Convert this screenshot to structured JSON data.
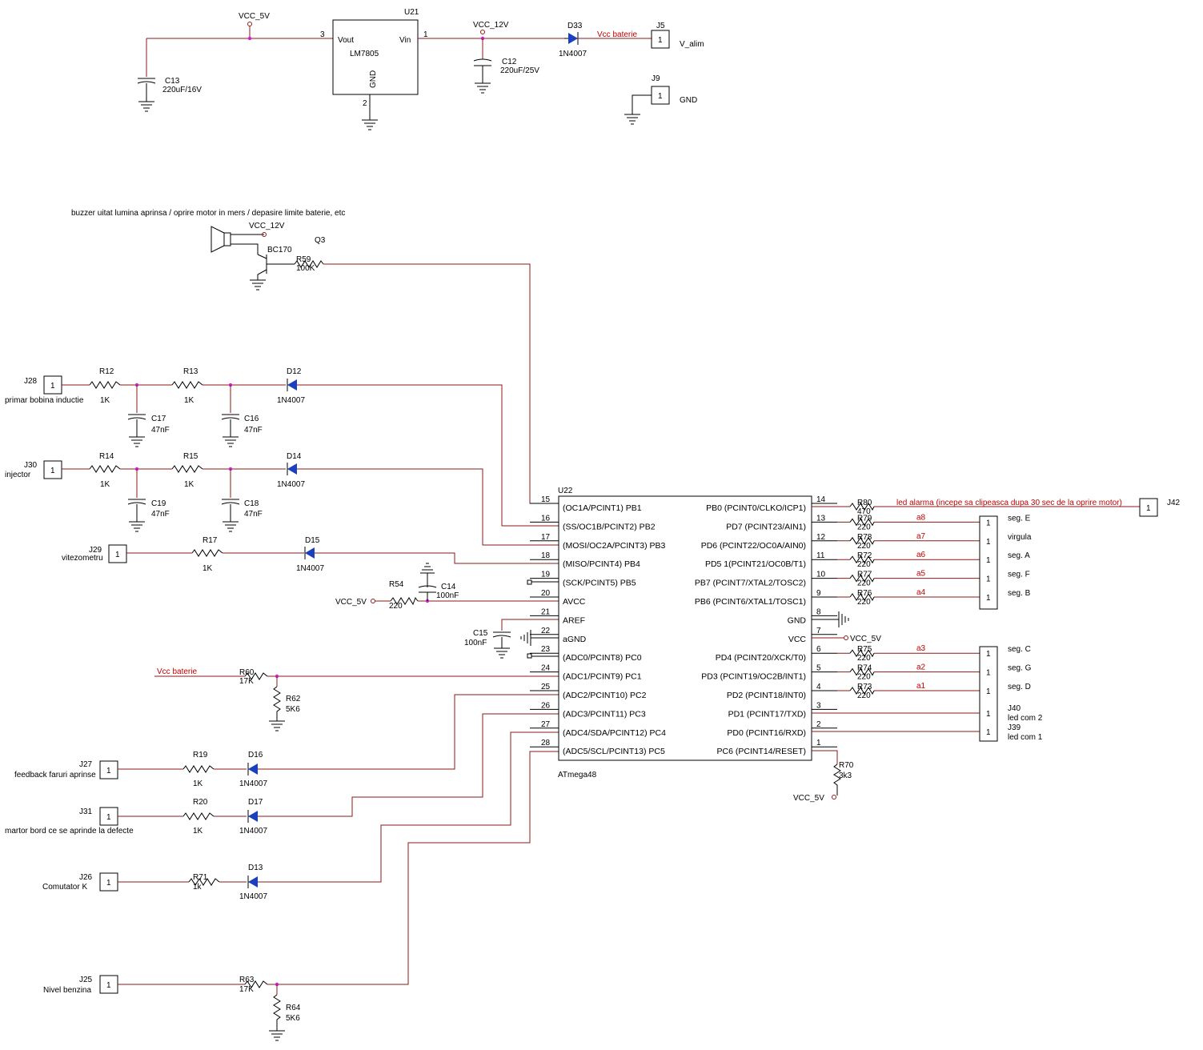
{
  "colors": {
    "background": "#ffffff",
    "wire": "#8b1a1a",
    "part": "#000000",
    "net_label": "#c00000",
    "junction": "#d020d0"
  },
  "power": {
    "u21": {
      "ref": "U21",
      "value": "LM7805",
      "vout": "Vout",
      "vin": "Vin",
      "gnd": "GND",
      "pin_vout": "3",
      "pin_vin": "1",
      "pin_gnd": "2"
    },
    "vcc5": "VCC_5V",
    "vcc12": "VCC_12V",
    "c13": {
      "ref": "C13",
      "value": "220uF/16V"
    },
    "c12": {
      "ref": "C12",
      "value": "220uF/25V"
    },
    "d33": {
      "ref": "D33",
      "value": "1N4007"
    },
    "vcc_baterie": "Vcc baterie",
    "j5": {
      "ref": "J5",
      "pin": "1",
      "label": "V_alim"
    },
    "j9": {
      "ref": "J9",
      "pin": "1",
      "label": "GND"
    }
  },
  "buzzer": {
    "note": "buzzer uitat lumina aprinsa / oprire motor in mers / depasire limite baterie, etc",
    "vcc": "VCC_12V",
    "q3": {
      "ref": "Q3",
      "value": "BC170"
    },
    "r59": {
      "ref": "R59",
      "value": "100K"
    }
  },
  "inputs": {
    "j28": {
      "ref": "J28",
      "pin": "1",
      "label": "primar bobina inductie",
      "r_a": "R12",
      "r_a_val": "1K",
      "r_b": "R13",
      "r_b_val": "1K",
      "c_a": "C17",
      "c_a_val": "47nF",
      "c_b": "C16",
      "c_b_val": "47nF",
      "d": "D12",
      "d_val": "1N4007"
    },
    "j30": {
      "ref": "J30",
      "pin": "1",
      "label": "injector",
      "r_a": "R14",
      "r_a_val": "1K",
      "r_b": "R15",
      "r_b_val": "1K",
      "c_a": "C19",
      "c_a_val": "47nF",
      "c_b": "C18",
      "c_b_val": "47nF",
      "d": "D14",
      "d_val": "1N4007"
    },
    "j29": {
      "ref": "J29",
      "pin": "1",
      "label": "vitezometru",
      "r": "R17",
      "r_val": "1K",
      "d": "D15",
      "d_val": "1N4007"
    },
    "r54": {
      "ref": "R54",
      "value": "220"
    },
    "c14": {
      "ref": "C14",
      "value": "100nF"
    },
    "avcc_src": "VCC_5V",
    "c15": {
      "ref": "C15",
      "value": "100nF"
    },
    "vbat": "Vcc baterie",
    "r60": {
      "ref": "R60",
      "value": "17K"
    },
    "r62": {
      "ref": "R62",
      "value": "5K6"
    },
    "j27": {
      "ref": "J27",
      "pin": "1",
      "label": "feedback faruri aprinse",
      "r": "R19",
      "r_val": "1K",
      "d": "D16",
      "d_val": "1N4007"
    },
    "j31": {
      "ref": "J31",
      "pin": "1",
      "label": "martor bord ce se aprinde la defecte",
      "r": "R20",
      "r_val": "1K",
      "d": "D17",
      "d_val": "1N4007"
    },
    "j26": {
      "ref": "J26",
      "pin": "1",
      "label": "Comutator K",
      "r": "R71",
      "r_val": "1k",
      "d": "D13",
      "d_val": "1N4007"
    },
    "j25": {
      "ref": "J25",
      "pin": "1",
      "label": "Nivel benzina"
    },
    "r63": {
      "ref": "R63",
      "value": "17K"
    },
    "r64": {
      "ref": "R64",
      "value": "5K6"
    }
  },
  "mcu": {
    "ref": "U22",
    "value": "ATmega48",
    "left_pins": [
      {
        "num": "15",
        "name": "(OC1A/PCINT1) PB1"
      },
      {
        "num": "16",
        "name": "(SS/OC1B/PCINT2) PB2"
      },
      {
        "num": "17",
        "name": "(MOSI/OC2A/PCINT3) PB3"
      },
      {
        "num": "18",
        "name": "(MISO/PCINT4) PB4"
      },
      {
        "num": "19",
        "name": "(SCK/PCINT5) PB5"
      },
      {
        "num": "20",
        "name": "AVCC"
      },
      {
        "num": "21",
        "name": "AREF"
      },
      {
        "num": "22",
        "name": "aGND"
      },
      {
        "num": "23",
        "name": "(ADC0/PCINT8) PC0"
      },
      {
        "num": "24",
        "name": "(ADC1/PCINT9) PC1"
      },
      {
        "num": "25",
        "name": "(ADC2/PCINT10) PC2"
      },
      {
        "num": "26",
        "name": "(ADC3/PCINT11) PC3"
      },
      {
        "num": "27",
        "name": "(ADC4/SDA/PCINT12) PC4"
      },
      {
        "num": "28",
        "name": "(ADC5/SCL/PCINT13) PC5"
      }
    ],
    "right_pins": [
      {
        "num": "14",
        "name": "PB0 (PCINT0/CLKO/ICP1)"
      },
      {
        "num": "13",
        "name": "PD7 (PCINT23/AIN1)"
      },
      {
        "num": "12",
        "name": "PD6 (PCINT22/OC0A/AIN0)"
      },
      {
        "num": "11",
        "name": "PD5 1(PCINT21/OC0B/T1)"
      },
      {
        "num": "10",
        "name": "PB7 (PCINT7/XTAL2/TOSC2)"
      },
      {
        "num": "9",
        "name": "PB6 (PCINT6/XTAL1/TOSC1)"
      },
      {
        "num": "8",
        "name": "GND"
      },
      {
        "num": "7",
        "name": "VCC"
      },
      {
        "num": "6",
        "name": "PD4 (PCINT20/XCK/T0)"
      },
      {
        "num": "5",
        "name": "PD3 (PCINT19/OC2B/INT1)"
      },
      {
        "num": "4",
        "name": "PD2 (PCINT18/INT0)"
      },
      {
        "num": "3",
        "name": "PD1 (PCINT17/TXD)"
      },
      {
        "num": "2",
        "name": "PD0 (PCINT16/RXD)"
      },
      {
        "num": "1",
        "name": "PC6 (PCINT14/RESET)"
      }
    ]
  },
  "outputs": {
    "r80": {
      "ref": "R80",
      "value": "470"
    },
    "led_alarma": "led alarma (incepe sa clipeasca dupa 30 sec de la oprire motor)",
    "j42": {
      "ref": "J42",
      "pin": "1"
    },
    "seg_upper": [
      {
        "r": "R79",
        "v": "220",
        "net": "a8",
        "label": "seg. E"
      },
      {
        "r": "R78",
        "v": "220",
        "net": "a7",
        "label": "virgula"
      },
      {
        "r": "R72",
        "v": "220",
        "net": "a6",
        "label": "seg. A"
      },
      {
        "r": "R77",
        "v": "220",
        "net": "a5",
        "label": "seg. F"
      },
      {
        "r": "R76",
        "v": "220",
        "net": "a4",
        "label": "seg. B"
      }
    ],
    "seg_lower": [
      {
        "r": "R75",
        "v": "220",
        "net": "a3",
        "label": "seg. C"
      },
      {
        "r": "R74",
        "v": "220",
        "net": "a2",
        "label": "seg. G"
      },
      {
        "r": "R73",
        "v": "220",
        "net": "a1",
        "label": "seg. D"
      }
    ],
    "connector_pin": "1",
    "vcc_out": "VCC_5V",
    "j40": {
      "ref": "J40",
      "label": "led com 2"
    },
    "j39": {
      "ref": "J39",
      "label": "led com 1"
    },
    "r70": {
      "ref": "R70",
      "value": "3k3"
    },
    "reset_vcc": "VCC_5V"
  }
}
